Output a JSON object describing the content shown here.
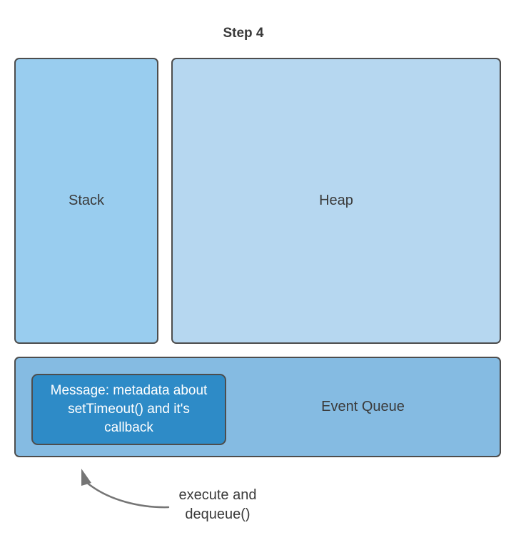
{
  "title": "Step 4",
  "boxes": {
    "stack": {
      "label": "Stack"
    },
    "heap": {
      "label": "Heap"
    },
    "event_queue": {
      "label": "Event Queue"
    },
    "message": {
      "lines": [
        "Message: metadata about",
        "setTimeout() and it's",
        "callback"
      ]
    }
  },
  "annotation": {
    "lines": [
      "execute and",
      "dequeue()"
    ]
  },
  "icons": {
    "arrow": "curved-arrow-up-left"
  },
  "colors": {
    "stack_fill": "#99CDEF",
    "heap_fill": "#B6D7F0",
    "queue_fill": "#85BBE2",
    "message_fill": "#2E8BC7",
    "box_border": "#4D4D4D",
    "text_dark": "#3A3A3A",
    "text_light": "#FFFFFF",
    "arrow_stroke": "#757575"
  }
}
